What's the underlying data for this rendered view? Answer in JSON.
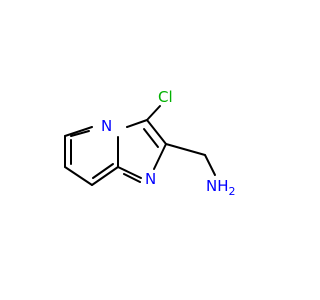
{
  "molecule": {
    "atoms": {
      "chlorine": {
        "symbol": "Cl",
        "color": "#00b000"
      },
      "ring_nitrogen": {
        "symbol": "N",
        "color": "#0000ff"
      },
      "imidazole_nitrogen": {
        "symbol": "N",
        "color": "#0000ff"
      },
      "amine": {
        "symbol": "NH",
        "subscript": "2",
        "color": "#0000ff"
      }
    },
    "bond_color": "#000000"
  }
}
